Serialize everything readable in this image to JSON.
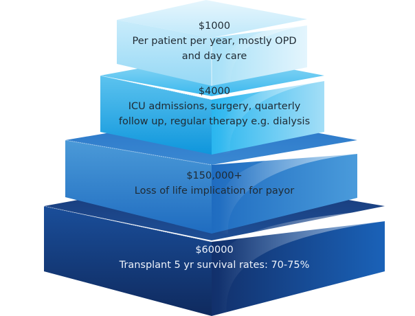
{
  "tiers": [
    {
      "amount": "$1000",
      "lines": [
        "Per patient per year, mostly OPD",
        "and day care"
      ],
      "color": "#bfe8fa"
    },
    {
      "amount": "$4000",
      "lines": [
        "ICU admissions, surgery, quarterly",
        "follow up, regular therapy e.g. dialysis"
      ],
      "color": "#1ba6e6"
    },
    {
      "amount": "$150,000+",
      "lines": [
        "Loss of life implication for payor"
      ],
      "color": "#2a7fcf"
    },
    {
      "amount": "$60000",
      "lines": [
        "Transplant 5 yr survival rates: 70-75%"
      ],
      "color": "#153a7a"
    }
  ]
}
